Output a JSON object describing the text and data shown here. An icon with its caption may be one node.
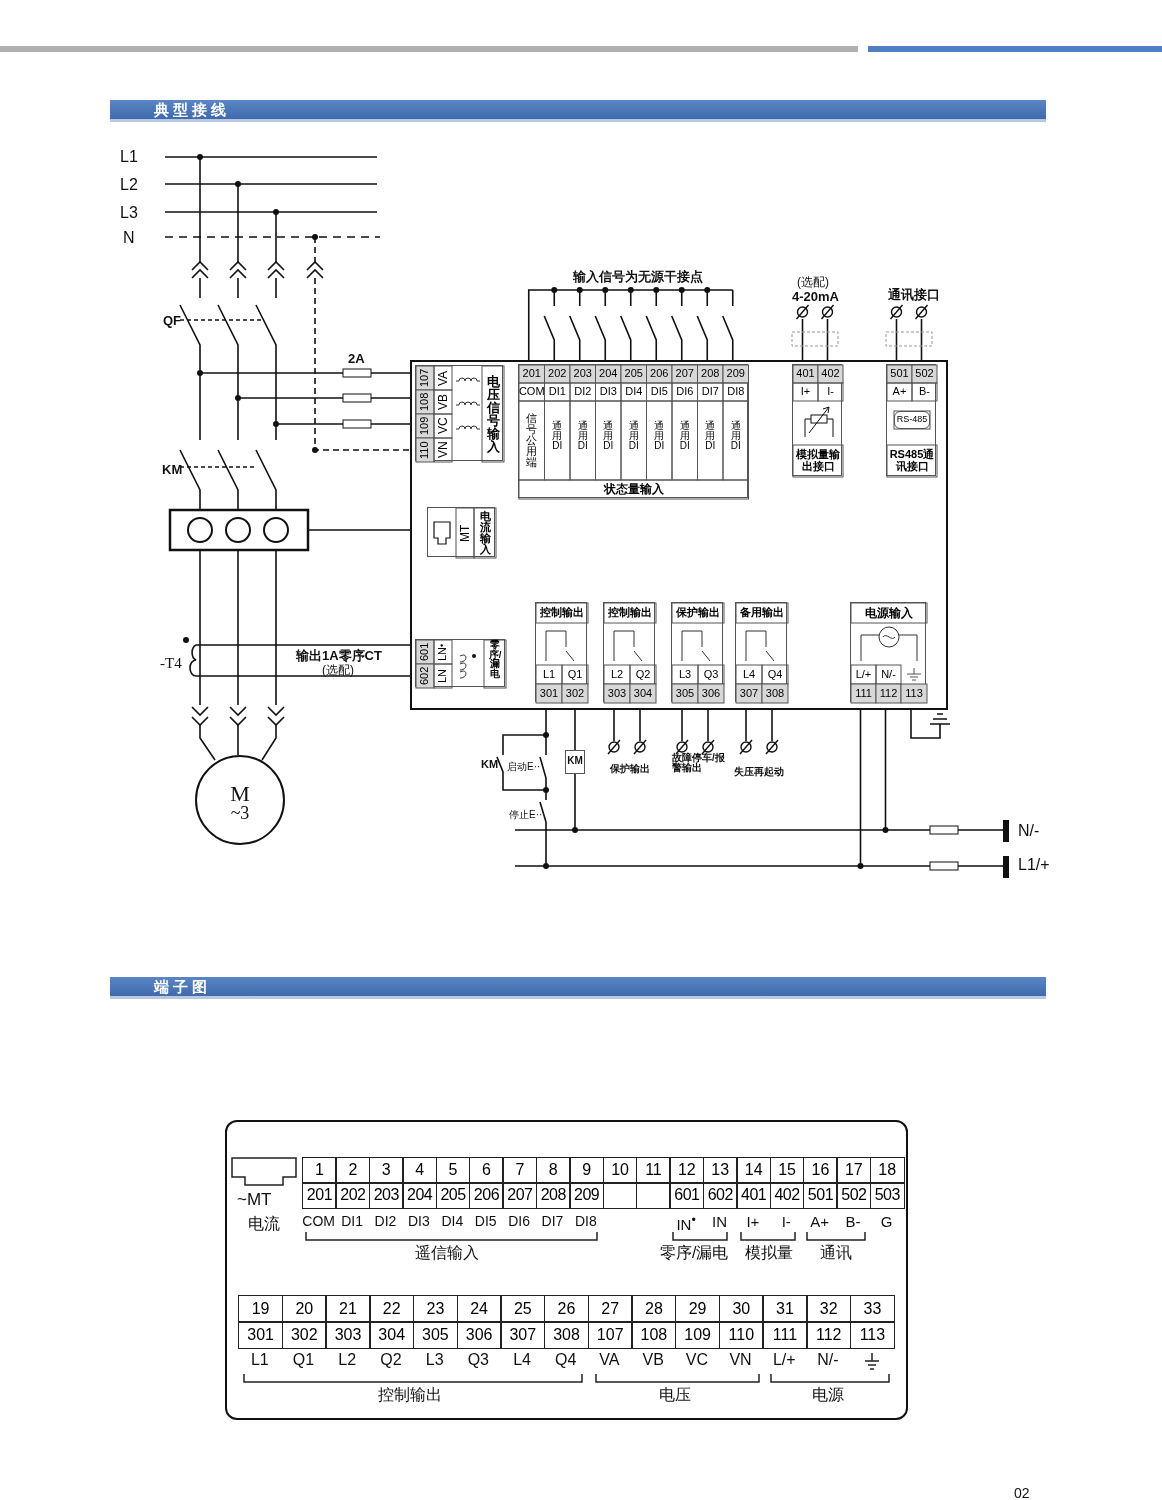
{
  "diagram": {
    "nodes": [
      {
        "text": [
          "典型接线"
        ]
      },
      {
        "text": [
          "端子图"
        ]
      },
      {
        "text": [
          "M",
          "~3"
        ]
      },
      {
        "text": [],
        "shape": "box"
      },
      {
        "text": [
          "107",
          "108",
          "109",
          "110",
          "VA",
          "VB",
          "VC",
          "VN",
          "电压信号输入"
        ],
        "in": 3
      },
      {
        "text": [
          "201",
          "202",
          "203",
          "204",
          "205",
          "206",
          "207",
          "208",
          "209",
          "COM",
          "DI1",
          "DI2",
          "DI3",
          "DI4",
          "DI5",
          "DI6",
          "DI7",
          "DI8",
          "信号公用端",
          "通用DI",
          "通用DI",
          "通用DI",
          "通用DI",
          "通用DI",
          "通用DI",
          "通用DI",
          "通用DI",
          "状态量输入"
        ],
        "in": 3
      },
      {
        "text": [
          "401",
          "402",
          "I+",
          "I-",
          "模拟量输出接口"
        ],
        "in": 3
      },
      {
        "text": [
          "501",
          "502",
          "A+",
          "B-",
          "RS-485",
          "RS485通讯接口"
        ],
        "in": 3
      },
      {
        "text": [
          "MT",
          "电流输入"
        ],
        "in": 3
      },
      {
        "text": [
          "601",
          "602",
          "LN$^{•}$",
          "LN",
          "零序/漏电"
        ],
        "in": 3
      },
      {
        "text": [
          "控制输出",
          "L1",
          "Q1",
          "301",
          "302"
        ],
        "in": 3
      },
      {
        "text": [
          "控制输出",
          "L2",
          "Q2",
          "303",
          "304"
        ],
        "in": 3
      },
      {
        "text": [
          "保护输出",
          "L3",
          "Q3",
          "305",
          "306"
        ],
        "in": 3
      },
      {
        "text": [
          "备用输出",
          "L4",
          "Q4",
          "307",
          "308"
        ],
        "in": 3
      },
      {
        "text": [
          "电源输入",
          "L/+",
          "N/-",
          "111",
          "112",
          "113"
        ],
        "in": 3
      },
      {
        "text": [
          "KM"
        ]
      },
      {
        "text": [],
        "shape": "box"
      }
    ],
    "labels": [
      "L1",
      "L2",
      "L3",
      "N",
      "QF",
      "2A",
      "KM",
      "-T4",
      "输出1A零序CT",
      "(选配)",
      "输入信号为无源干接点",
      "(选配)",
      "4-20mA",
      "通讯接口",
      "KM",
      "启动E··",
      "停止E··",
      "保护输出",
      "故障停车/报警输出",
      "失压再起动",
      "N/-",
      "L1/+",
      "~MT",
      "电流",
      "1",
      "2",
      "3",
      "4",
      "5",
      "6",
      "7",
      "8",
      "9",
      "10",
      "11",
      "12",
      "13",
      "14",
      "15",
      "16",
      "17",
      "18",
      "201",
      "202",
      "203",
      "204",
      "205",
      "206",
      "207",
      "208",
      "209",
      "601",
      "602",
      "401",
      "402",
      "501",
      "502",
      "503",
      "COM",
      "DI1",
      "DI2",
      "DI3",
      "DI4",
      "DI5",
      "DI6",
      "DI7",
      "DI8",
      "IN$^{•}$",
      "IN",
      "I+",
      "I-",
      "A+",
      "B-",
      "G",
      "遥信输入",
      "零序/漏电",
      "模拟量",
      "通讯",
      "19",
      "20",
      "21",
      "22",
      "23",
      "24",
      "25",
      "26",
      "27",
      "28",
      "29",
      "30",
      "31",
      "32",
      "33",
      "301",
      "302",
      "303",
      "304",
      "305",
      "306",
      "307",
      "308",
      "107",
      "108",
      "109",
      "110",
      "111",
      "112",
      "113",
      "L1",
      "Q1",
      "L2",
      "Q2",
      "L3",
      "Q3",
      "L4",
      "Q4",
      "VA",
      "VB",
      "VC",
      "VN",
      "L/+",
      "N/-",
      "控制输出",
      "电压",
      "电源",
      "02"
    ]
  }
}
